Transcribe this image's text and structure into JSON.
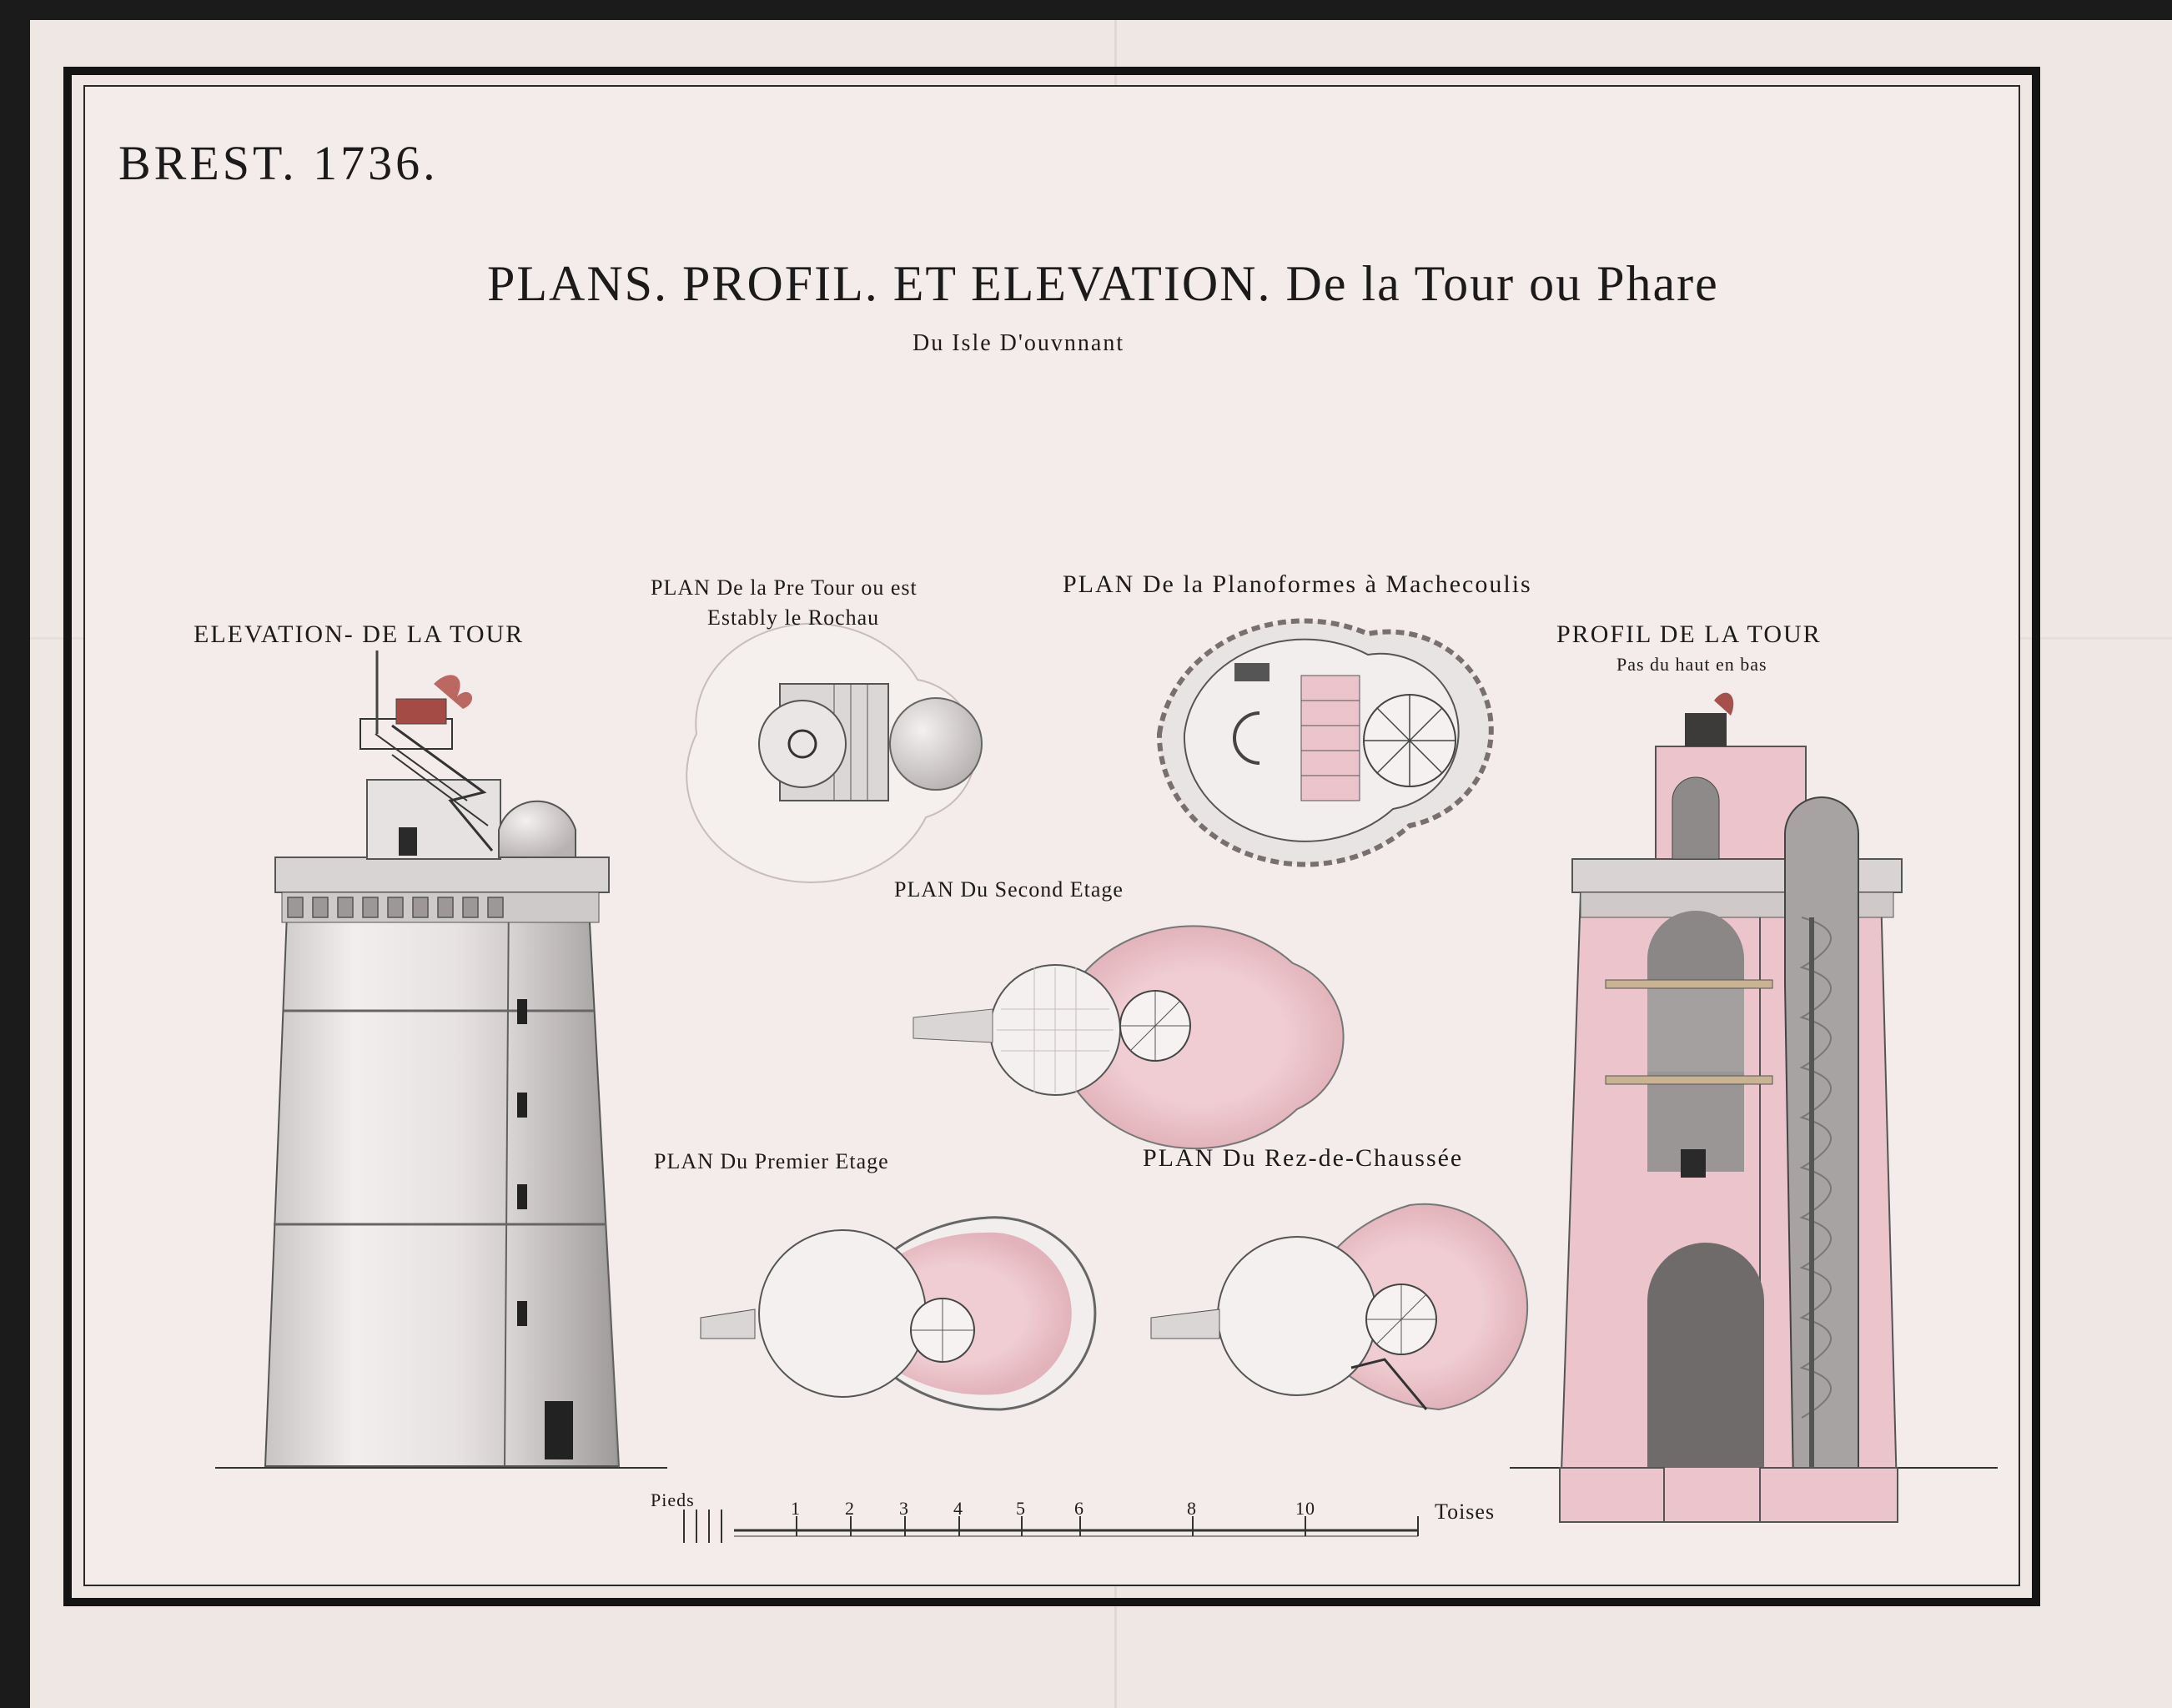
{
  "heading": {
    "city": "BREST. 1736.",
    "title": "PLANS. PROFIL. ET ELEVATION. De la Tour ou Phare",
    "subtitle": "Du Isle D'ouvnnant"
  },
  "views": {
    "elevation": "ELEVATION- DE LA TOUR",
    "profile": "PROFIL DE LA TOUR",
    "profile_sub": "Pas du haut en bas",
    "plan_top": "PLAN De la Pre Tour ou est",
    "plan_top_2": "Estably le Rochau",
    "plan_platform": "PLAN De la Planoformes à Machecoulis",
    "plan_second": "PLAN Du Second Etage",
    "plan_first": "PLAN Du Premier Etage",
    "plan_ground": "PLAN Du Rez-de-Chaussée"
  },
  "scale": {
    "label": "Toises",
    "small_label": "Pieds",
    "ticks": [
      "1",
      "2",
      "3",
      "4",
      "5",
      "6",
      "8",
      "10"
    ]
  },
  "colors": {
    "paper": "#f3ecea",
    "pink_wash": "#ecc7cc",
    "stone_grey": "#d8d4d4",
    "ink": "#1c1a1a",
    "flame_red": "#a8524c"
  }
}
